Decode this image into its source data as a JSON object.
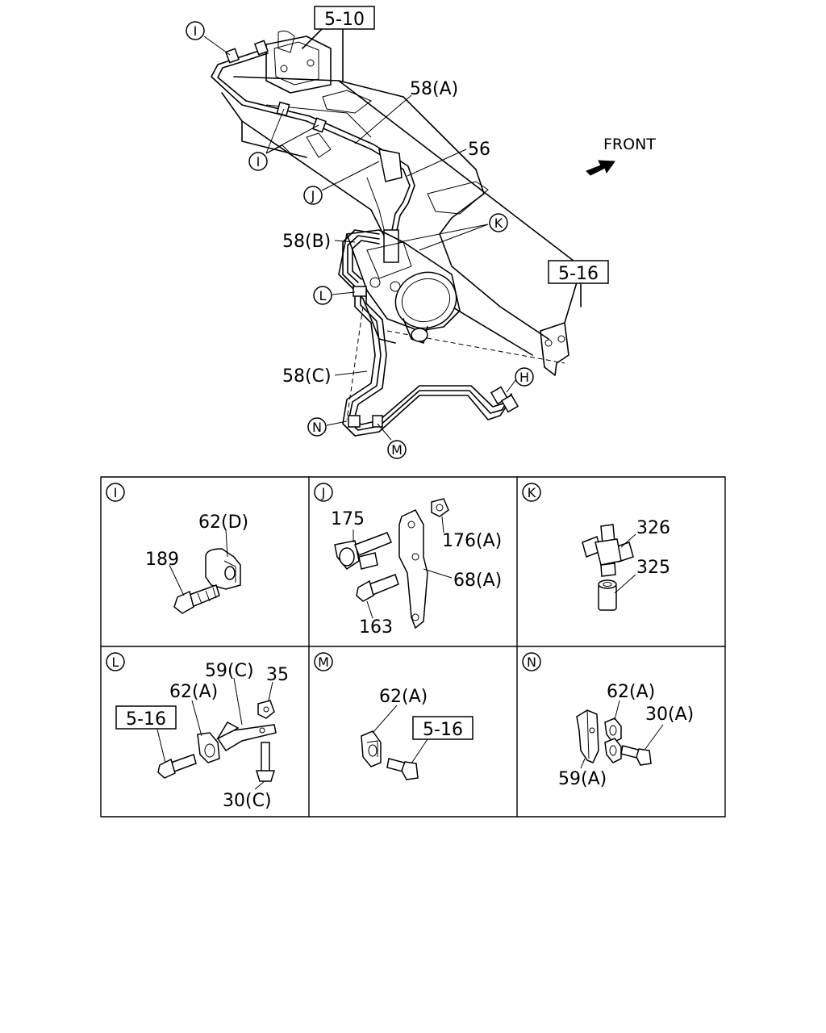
{
  "front_label": "FRONT",
  "refs": {
    "r510": "5-10",
    "r516_main": "5-16",
    "r516_L": "5-16",
    "r516_M": "5-16"
  },
  "callouts": {
    "I_top": "I",
    "I_mid": "I",
    "J": "J",
    "K": "K",
    "L": "L",
    "N": "N",
    "M": "M",
    "H": "H"
  },
  "main_labels": {
    "p58A": "58(A)",
    "p56": "56",
    "p58B": "58(B)",
    "p58C": "58(C)"
  },
  "panels": {
    "I": {
      "letter": "I",
      "parts": {
        "a": "62(D)",
        "b": "189"
      }
    },
    "J": {
      "letter": "J",
      "parts": {
        "a": "175",
        "b": "176(A)",
        "c": "68(A)",
        "d": "163"
      }
    },
    "K": {
      "letter": "K",
      "parts": {
        "a": "326",
        "b": "325"
      }
    },
    "L": {
      "letter": "L",
      "parts": {
        "a": "59(C)",
        "b": "35",
        "c": "62(A)",
        "d": "30(C)"
      }
    },
    "M": {
      "letter": "M",
      "parts": {
        "a": "62(A)"
      }
    },
    "N": {
      "letter": "N",
      "parts": {
        "a": "62(A)",
        "b": "30(A)",
        "c": "59(A)"
      }
    }
  }
}
